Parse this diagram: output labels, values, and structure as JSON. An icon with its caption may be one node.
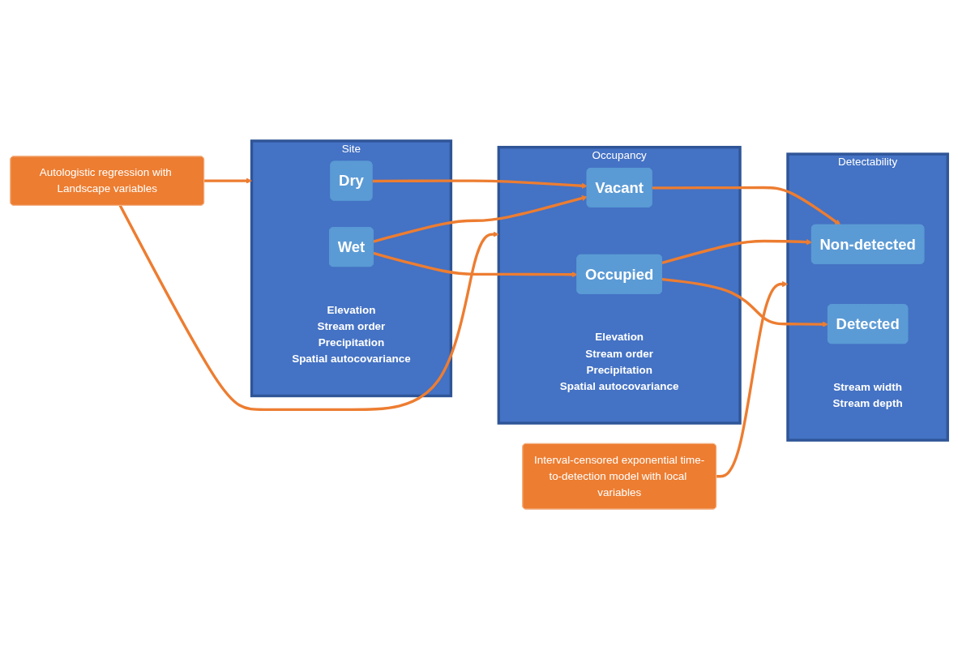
{
  "diagram": {
    "nodes": [
      {
        "text": [
          "Site",
          "Elevation",
          "Stream order",
          "Precipitation",
          "Spatial autocovariance"
        ]
      },
      {
        "text": [
          "Dry"
        ],
        "in": 0
      },
      {
        "text": [
          "Wet"
        ],
        "in": 0
      },
      {
        "text": [
          "Occupancy",
          "Elevation",
          "Stream order",
          "Precipitation",
          "Spatial autocovariance"
        ]
      },
      {
        "text": [
          "Vacant"
        ],
        "in": 3
      },
      {
        "text": [
          "Occupied"
        ],
        "in": 3
      },
      {
        "text": [
          "Detectability",
          "Stream width",
          "Stream depth"
        ]
      },
      {
        "text": [
          "Non-detected"
        ],
        "in": 6
      },
      {
        "text": [
          "Detected"
        ],
        "in": 6
      },
      {
        "text": [
          "Autologistic regression with Landscape variables"
        ]
      },
      {
        "text": [
          "Interval-censored exponential time-to-detection model with local variables"
        ]
      }
    ],
    "edges": [
      {
        "from": 1,
        "to": 4,
        "arrow": "to"
      },
      {
        "from": 2,
        "to": 4,
        "arrow": "to"
      },
      {
        "from": 2,
        "to": 5,
        "arrow": "to"
      },
      {
        "from": 4,
        "to": 7,
        "arrow": "to"
      },
      {
        "from": 5,
        "to": 7,
        "arrow": "to"
      },
      {
        "from": 5,
        "to": 8,
        "arrow": "to"
      },
      {
        "from": 9,
        "to": 0,
        "arrow": "to"
      },
      {
        "from": 9,
        "to": 3,
        "arrow": "to"
      },
      {
        "from": 10,
        "to": 6,
        "arrow": "to"
      }
    ]
  }
}
